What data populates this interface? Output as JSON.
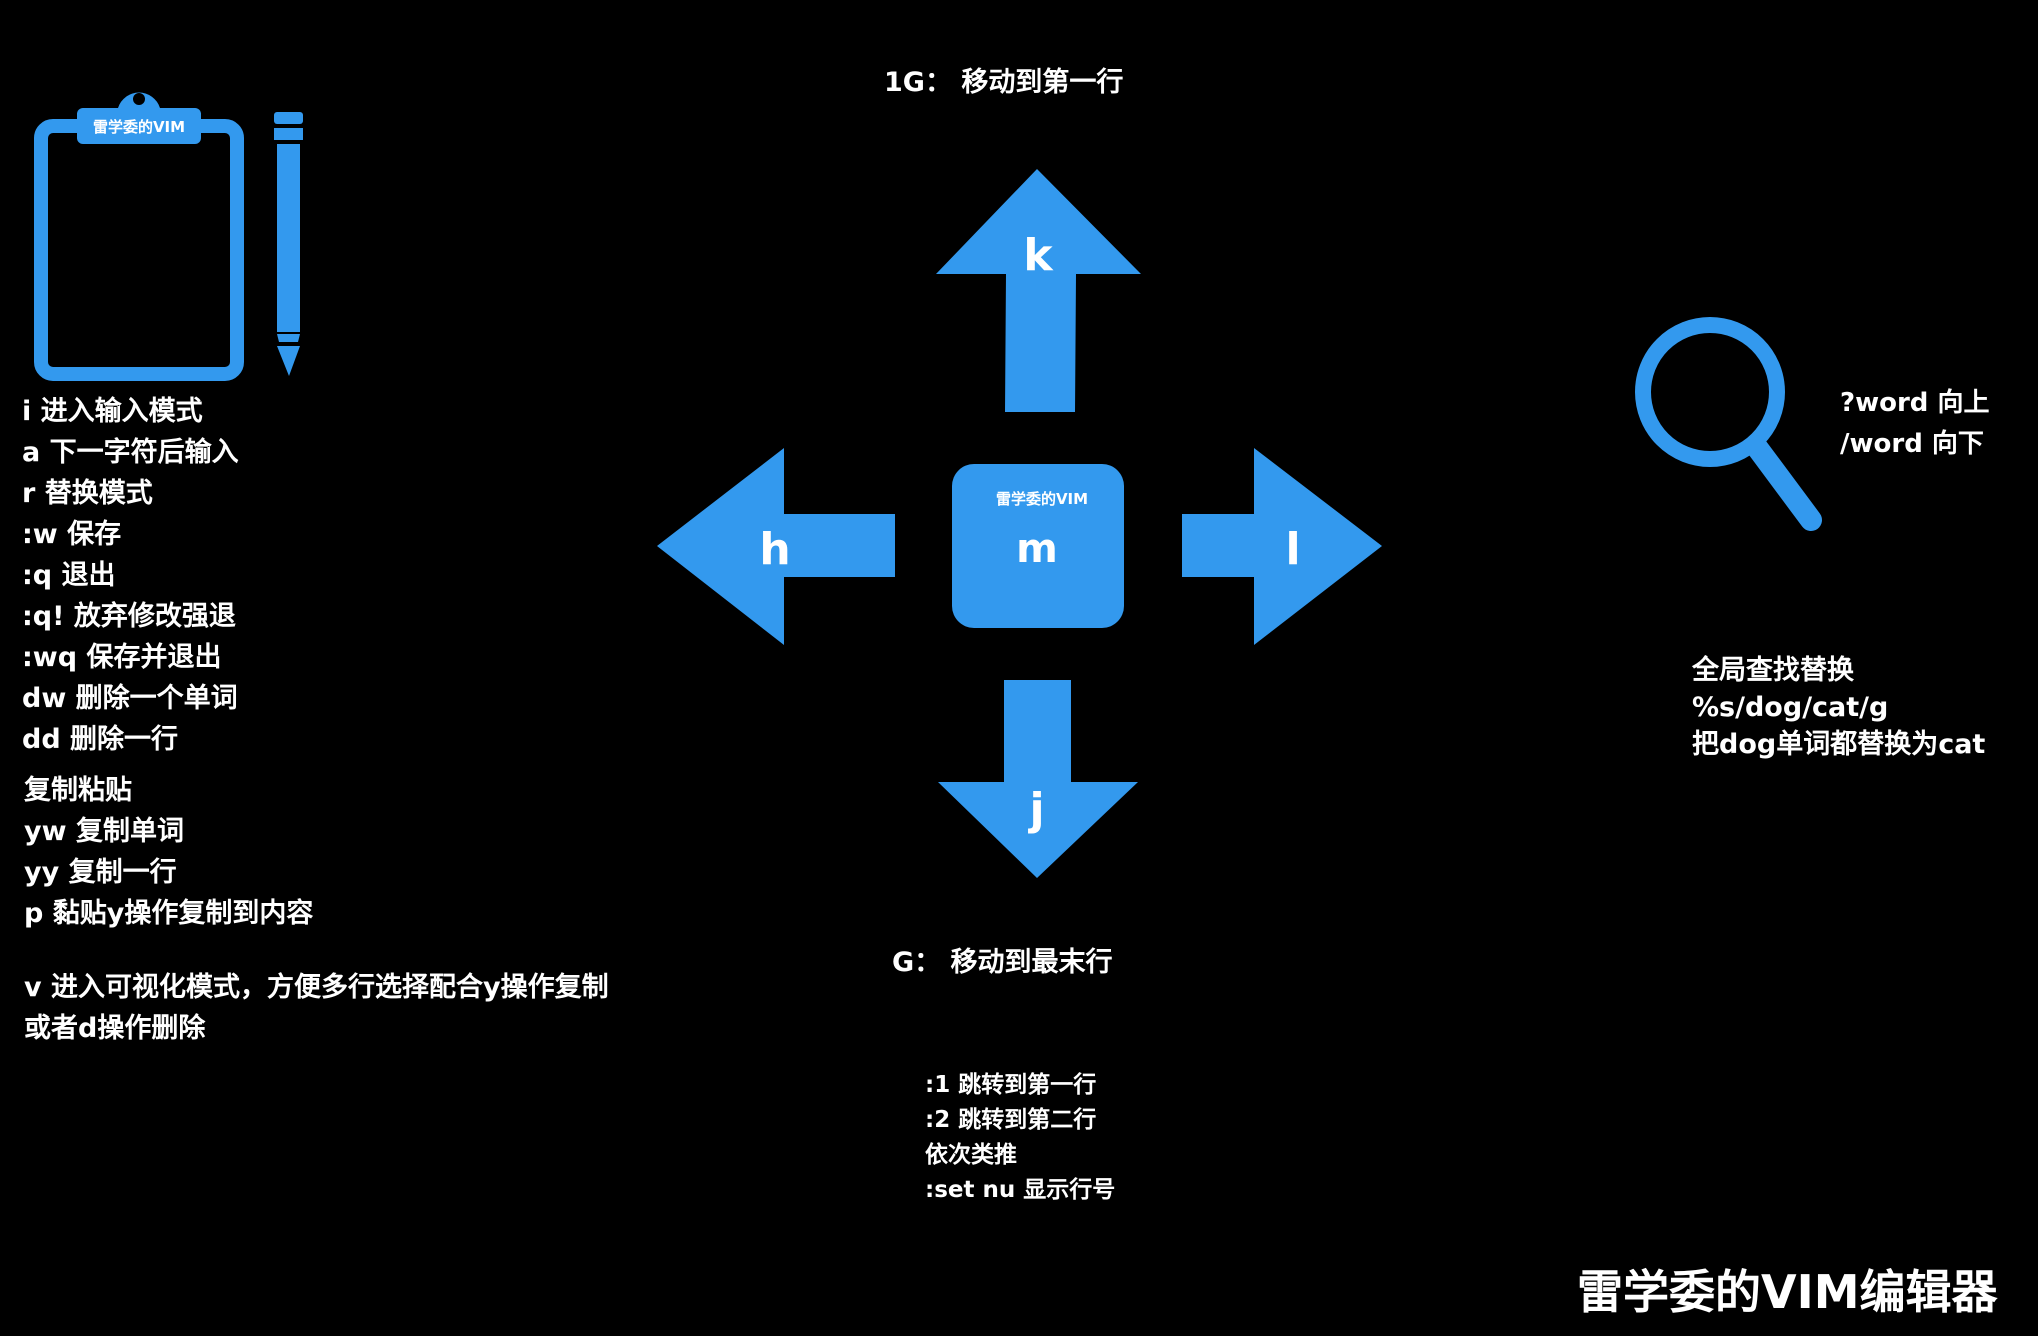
{
  "colors": {
    "accent": "#3399ee",
    "background": "#000000",
    "text": "#ffffff"
  },
  "icons": {
    "clipboard": {
      "name": "clipboard-icon",
      "label": "雷学委的VIM"
    },
    "pencil": {
      "name": "pencil-icon"
    },
    "magnifier": {
      "name": "magnifier-icon"
    }
  },
  "left_commands": [
    "i 进入输入模式",
    "a 下一字符后输入",
    "r 替换模式",
    ":w 保存",
    ":q  退出",
    ":q! 放弃修改强退",
    ":wq 保存并退出",
    "dw  删除一个单词",
    "dd 删除一行"
  ],
  "copy_section": {
    "title": "复制粘贴",
    "items": [
      "yw 复制单词",
      "yy 复制一行",
      "p 黏贴y操作复制到内容"
    ]
  },
  "visual_section": {
    "lines": [
      "v 进入可视化模式，方便多行选择配合y操作复制",
      "或者d操作删除"
    ]
  },
  "movement": {
    "up_key": "k",
    "down_key": "j",
    "left_key": "h",
    "right_key": "l",
    "center_key": "m",
    "center_label": "雷学委的VIM",
    "top_note": "1G： 移动到第一行",
    "bottom_note": "G： 移动到最末行"
  },
  "jump_section": {
    "lines": [
      ":1 跳转到第一行",
      ":2 跳转到第二行",
      "依次类推",
      ":set nu  显示行号"
    ]
  },
  "search_section": {
    "lines": [
      "?word 向上",
      "/word 向下"
    ]
  },
  "replace_section": {
    "lines": [
      "全局查找替换",
      "%s/dog/cat/g",
      "把dog单词都替换为cat"
    ]
  },
  "footer": {
    "title": "雷学委的VIM编辑器"
  }
}
